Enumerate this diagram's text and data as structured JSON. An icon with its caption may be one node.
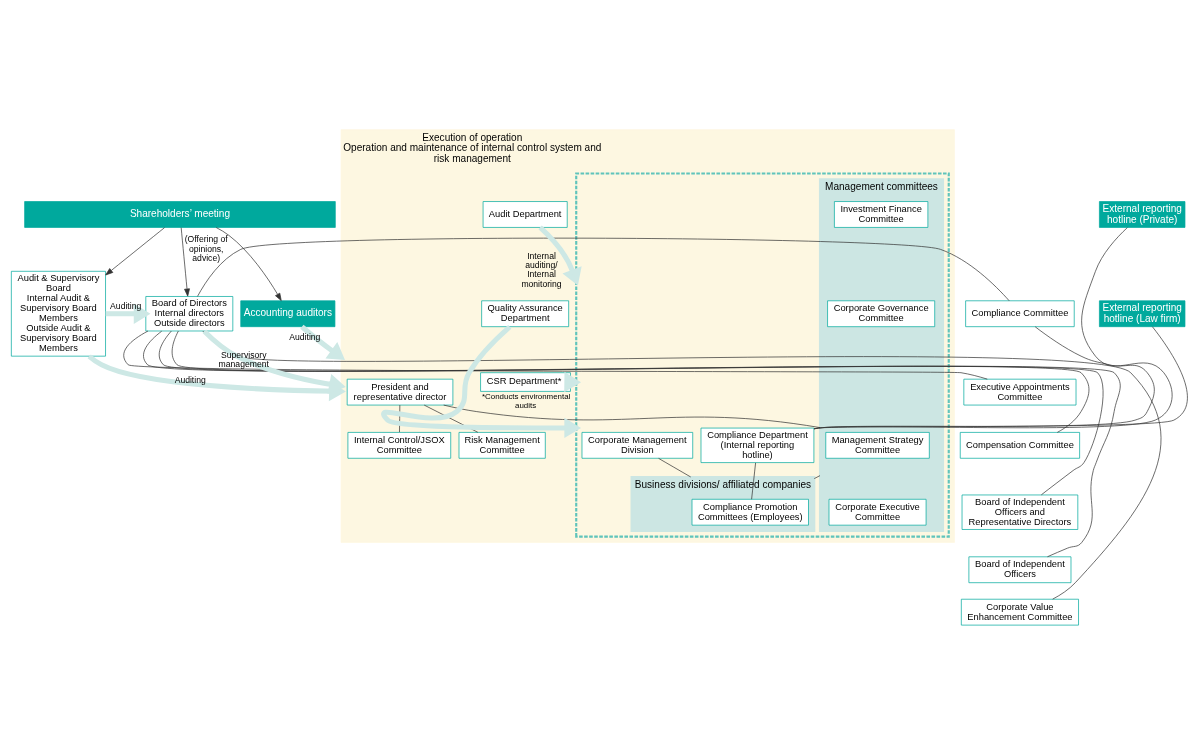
{
  "diagram": {
    "nodes": [
      {
        "text": [
          "Shareholders’ meeting"
        ]
      },
      {
        "text": [
          "Audit & Supervisory Board",
          "Internal Audit & Supervisory Board Members",
          "Outside Audit & Supervisory Board Members"
        ]
      },
      {
        "text": [
          "Board of Directors",
          "Internal directors",
          "Outside directors"
        ]
      },
      {
        "text": [
          "Compliance Committee"
        ]
      },
      {
        "text": [
          "Executive Appointments Committee"
        ]
      },
      {
        "text": [
          "Compensation Committee"
        ]
      },
      {
        "text": [
          "Board of Independent Officers and Representative Directors"
        ]
      },
      {
        "text": [
          "Board of Independent Officers"
        ]
      },
      {
        "text": [
          "Corporate Value Enhancement Committee"
        ]
      },
      {
        "text": [
          "Accounting auditors"
        ]
      },
      {
        "text": [
          "Execution of operation",
          "Operation and maintenance of internal control system and risk management"
        ]
      },
      {
        "text": [
          "President and representative director"
        ],
        "in": 10
      },
      {
        "text": [
          "Internal Control/JSOX Committee"
        ],
        "in": 10
      },
      {
        "text": [
          "Risk Management Committee"
        ],
        "in": 10
      },
      {
        "text": [
          "Audit Department"
        ],
        "in": 10
      },
      {
        "text": [
          "Quality Assurance Department"
        ],
        "in": 10
      },
      {
        "text": [
          "CSR Department*"
        ],
        "in": 10,
        "beside": [
          "*Conducts environmental audits"
        ]
      },
      {
        "text": [],
        "shape": "box",
        "in": 10
      },
      {
        "text": [
          "Management committees"
        ],
        "in": 17
      },
      {
        "text": [
          "Management Strategy Committee"
        ],
        "in": 18
      },
      {
        "text": [
          "Investment Finance Committee"
        ],
        "in": 18
      },
      {
        "text": [
          "Corporate Executive Committee"
        ],
        "in": 18
      },
      {
        "text": [
          "Corporate Governance Committee"
        ],
        "in": 18
      },
      {
        "text": [
          "Compliance Department (Internal reporting hotline)"
        ],
        "in": 17
      },
      {
        "text": [
          "Corporate Management Division"
        ],
        "in": 17
      },
      {
        "text": [
          "Business divisions/ affiliated companies"
        ],
        "in": 17
      },
      {
        "text": [
          "Compliance Promotion Committees (Employees)"
        ],
        "in": 25
      },
      {
        "text": [
          "External reporting hotline (Private)"
        ]
      },
      {
        "text": [
          "External reporting hotline (Law firm)"
        ]
      }
    ],
    "edges": [
      {
        "from": 0,
        "to": 1,
        "arrow": "to"
      },
      {
        "from": 0,
        "to": 2,
        "arrow": "to",
        "label": "(Offering of opinions, advice)"
      },
      {
        "from": 0,
        "to": 9,
        "arrow": "to"
      },
      {
        "from": 1,
        "to": 2,
        "arrow": "to",
        "label": "Auditing",
        "style": "thick",
        "color": "#cde8e5"
      },
      {
        "from": 1,
        "to": 10,
        "arrow": "to",
        "label": "Auditing",
        "style": "thick",
        "color": "#cde8e5"
      },
      {
        "from": 2,
        "to": 10,
        "arrow": "to",
        "label": "Supervisory management",
        "style": "thick",
        "color": "#cde8e5"
      },
      {
        "from": 9,
        "to": 10,
        "arrow": "to",
        "label": "Auditing",
        "style": "thick",
        "color": "#cde8e5"
      },
      {
        "from": 2,
        "to": 3,
        "arrow": "none"
      },
      {
        "from": 2,
        "to": 4,
        "arrow": "none"
      },
      {
        "from": 2,
        "to": 5,
        "arrow": "none"
      },
      {
        "from": 2,
        "to": 6,
        "arrow": "none"
      },
      {
        "from": 2,
        "to": 7,
        "arrow": "none"
      },
      {
        "from": 2,
        "to": 8,
        "arrow": "none"
      },
      {
        "from": 11,
        "to": 12,
        "arrow": "none"
      },
      {
        "from": 11,
        "to": 13,
        "arrow": "none"
      },
      {
        "from": 11,
        "to": 18,
        "arrow": "none"
      },
      {
        "from": 14,
        "to": 17,
        "arrow": "to",
        "label": "Internal auditing/ Internal monitoring",
        "style": "thick",
        "color": "#cde8e5"
      },
      {
        "from": 15,
        "to": 17,
        "arrow": "to",
        "style": "thick",
        "color": "#cde8e5"
      },
      {
        "from": 16,
        "to": 17,
        "arrow": "to",
        "style": "thick",
        "color": "#cde8e5"
      },
      {
        "from": 18,
        "to": 25,
        "arrow": "none"
      },
      {
        "from": 24,
        "to": 25,
        "arrow": "none"
      },
      {
        "from": 23,
        "to": 26,
        "arrow": "none"
      },
      {
        "from": 3,
        "to": 23,
        "arrow": "none"
      },
      {
        "from": 23,
        "to": 27,
        "arrow": "none"
      },
      {
        "from": 23,
        "to": 28,
        "arrow": "none"
      }
    ]
  }
}
